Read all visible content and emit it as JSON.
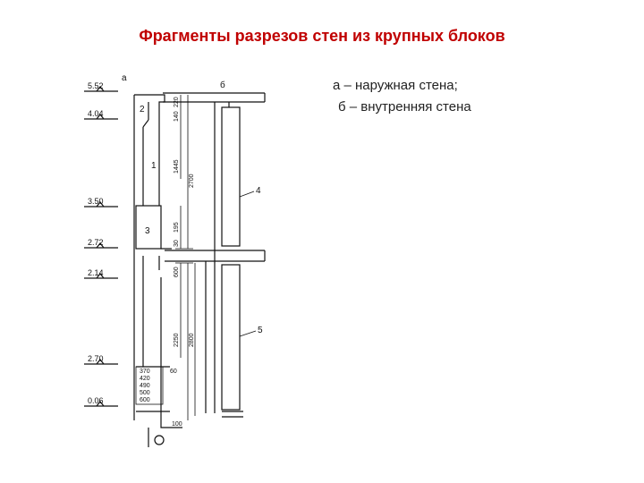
{
  "slide": {
    "title": "Фрагменты разрезов стен из крупных блоков"
  },
  "legend": {
    "line_a": "а – наружная стена;",
    "line_b": "б – внутренняя стена"
  },
  "drawing": {
    "section_letters": {
      "a": "а",
      "b": "б"
    },
    "levels": [
      "5.52",
      "4.04",
      "3.50",
      "2.72",
      "2.14",
      "2.70",
      "0.06"
    ],
    "block_numbers": [
      "1",
      "2",
      "3",
      "4",
      "5"
    ],
    "vertical_dimensions": [
      "220",
      "140",
      "1445",
      "2700",
      "195",
      "30",
      "600",
      "2250",
      "2800"
    ],
    "thickness_table": [
      "370",
      "420",
      "490",
      "500",
      "600"
    ],
    "extra_dimensions": [
      "60",
      "100"
    ]
  }
}
